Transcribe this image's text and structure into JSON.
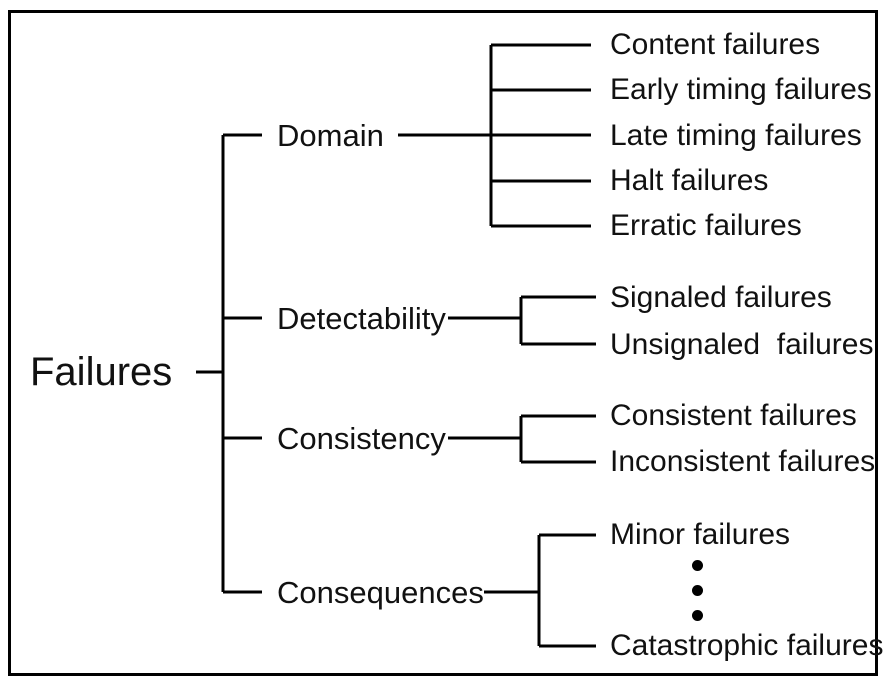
{
  "diagram": {
    "type": "classification-tree",
    "orientation": "left-to-right",
    "root": {
      "label": "Failures"
    },
    "branches": [
      {
        "id": "domain",
        "label": "Domain",
        "leaves": [
          {
            "id": "content-failures",
            "label": "Content failures"
          },
          {
            "id": "early-timing-failures",
            "label": "Early timing failures"
          },
          {
            "id": "late-timing-failures",
            "label": "Late timing failures"
          },
          {
            "id": "halt-failures",
            "label": "Halt failures"
          },
          {
            "id": "erratic-failures",
            "label": "Erratic failures"
          }
        ]
      },
      {
        "id": "detectability",
        "label": "Detectability",
        "leaves": [
          {
            "id": "signaled-failures",
            "label": "Signaled failures"
          },
          {
            "id": "unsignaled-failures",
            "label": "Unsignaled  failures"
          }
        ]
      },
      {
        "id": "consistency",
        "label": "Consistency",
        "leaves": [
          {
            "id": "consistent-failures",
            "label": "Consistent failures"
          },
          {
            "id": "inconsistent-failures",
            "label": "Inconsistent failures"
          }
        ]
      },
      {
        "id": "consequences",
        "label": "Consequences",
        "leaves": [
          {
            "id": "minor-failures",
            "label": "Minor failures"
          },
          {
            "id": "vertical-ellipsis",
            "label": "⋮"
          },
          {
            "id": "catastrophic-failures",
            "label": "Catastrophic failures"
          }
        ]
      }
    ]
  },
  "style": {
    "line_color": "#000000",
    "text_color": "#111111",
    "background": "#ffffff",
    "border_color": "#000000"
  }
}
